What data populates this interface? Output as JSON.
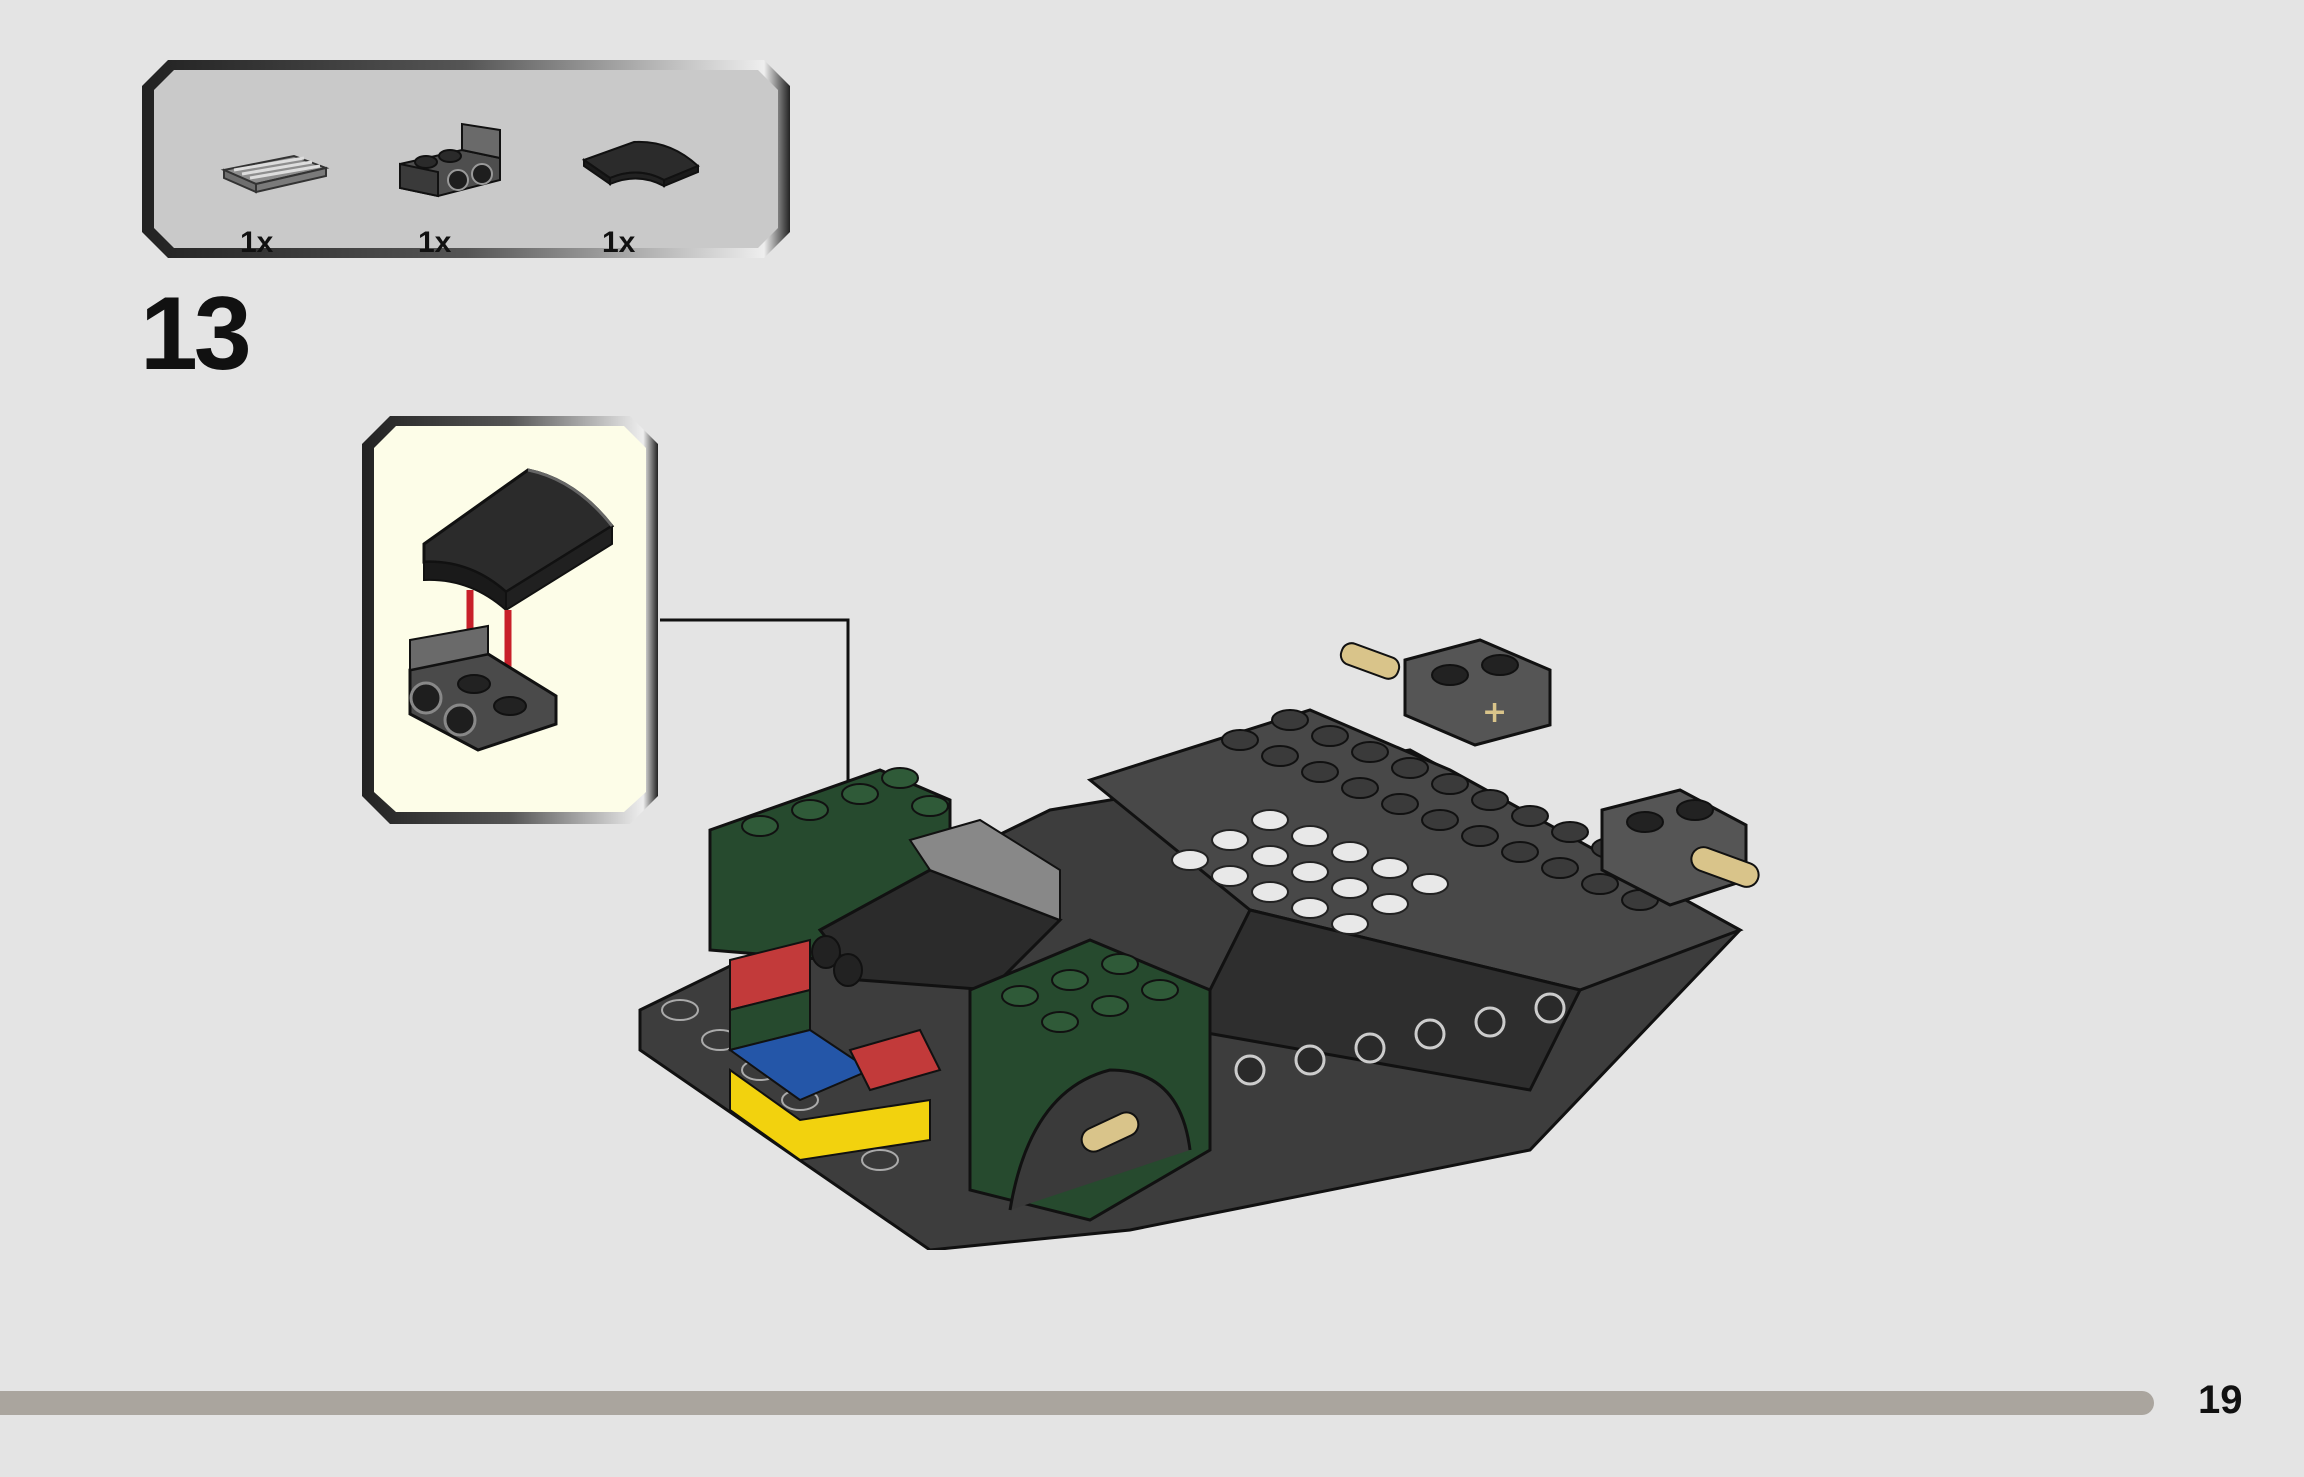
{
  "parts_list": {
    "items": [
      {
        "icon": "grille-tile-1x2-icon",
        "quantity": "1x",
        "color": "#9a9a9a"
      },
      {
        "icon": "bracket-plate-1x2-icon",
        "quantity": "1x",
        "color": "#6b6b6b"
      },
      {
        "icon": "curved-slope-2x2-icon",
        "quantity": "1x",
        "color": "#2e2e2e"
      }
    ]
  },
  "step": {
    "number": "13"
  },
  "callout": {
    "background": "#fdfde8",
    "arrow_color": "#c8202a"
  },
  "footer": {
    "page_number": "19"
  },
  "colors": {
    "page_background": "#e4e4e4",
    "dark_green": "#264a2e",
    "dark_gray": "#3a3a3a",
    "light_gray": "#a4a4a4",
    "red": "#c23a3a",
    "blue": "#2456a8",
    "yellow": "#f2d20e",
    "tan": "#d9c48a"
  }
}
